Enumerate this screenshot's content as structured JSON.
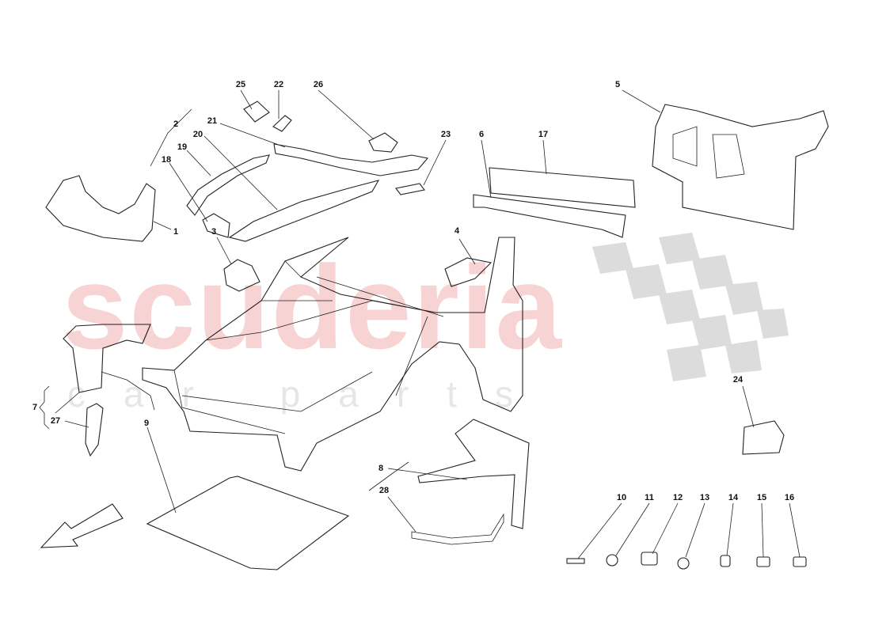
{
  "watermark": {
    "brand": "scuderia",
    "sub": "car parts"
  },
  "callouts": {
    "c1": "1",
    "c2": "2",
    "c3": "3",
    "c4": "4",
    "c5": "5",
    "c6": "6",
    "c7": "7",
    "c8": "8",
    "c9": "9",
    "c10": "10",
    "c11": "11",
    "c12": "12",
    "c13": "13",
    "c14": "14",
    "c15": "15",
    "c16": "16",
    "c17": "17",
    "c18": "18",
    "c19": "19",
    "c20": "20",
    "c21": "21",
    "c22": "22",
    "c23": "23",
    "c24": "24",
    "c25": "25",
    "c26": "26",
    "c27": "27",
    "c28": "28"
  },
  "colors": {
    "watermark_red": "#f7d3d3",
    "watermark_grey": "#e6e6e6",
    "checker": "#d9d9d9",
    "line": "#222222"
  }
}
